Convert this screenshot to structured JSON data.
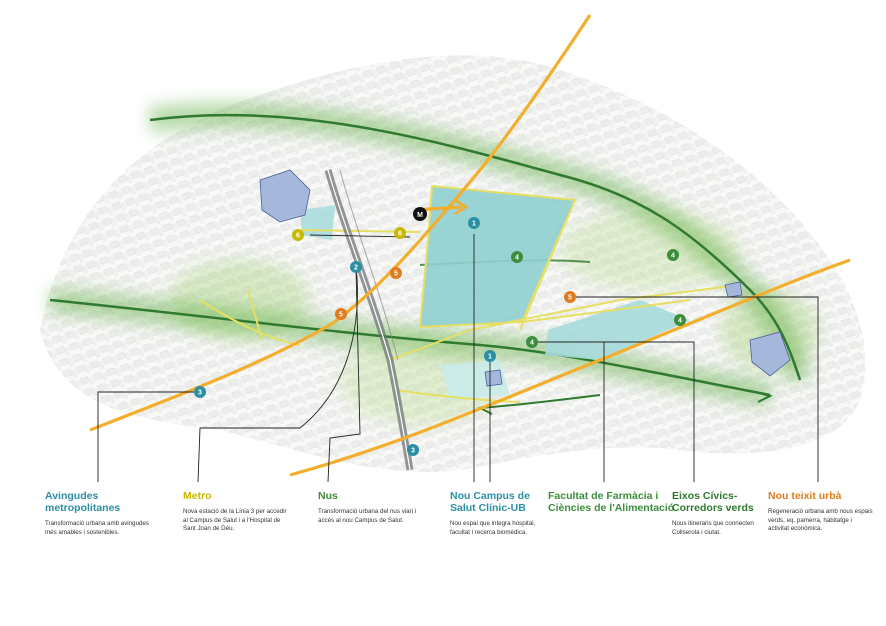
{
  "colors": {
    "avingudes": "#2b8fa3",
    "metro": "#c7b800",
    "nus": "#3c8e3c",
    "campus": "#2b8fa3",
    "facultat": "#3c8e3c",
    "eixos": "#2f7a2f",
    "teixit": "#e07b1f",
    "road_orange": "#f2ae2c",
    "green_band": "#4aa03a",
    "teal_zone": "#8fcfcf",
    "yellow_line": "#e6df63"
  },
  "map": {
    "metro_icon_label": "M",
    "badges": {
      "b1a": "1",
      "b1b": "1",
      "b2": "2",
      "b3a": "3",
      "b3b": "3",
      "b4a": "4",
      "b4b": "4",
      "b4c": "4",
      "b4d": "4",
      "b5a": "5",
      "b5b": "5",
      "b5c": "5",
      "b6a": "6",
      "b6b": "6"
    }
  },
  "legend": [
    {
      "id": "avingudes",
      "title": "Avingudes metropolitanes",
      "desc": "Transformació urbana amb avingudes\nmés amables i sostenibles."
    },
    {
      "id": "metro",
      "title": "Metro",
      "desc": "Nova estació de la Línia 3 per accedir\nal Campus de Salut i a l'Hospital de\nSant Joan de Déu."
    },
    {
      "id": "nus",
      "title": "Nus",
      "desc": "Transformació urbana del nus viari i\naccés al nou Campus de Salut."
    },
    {
      "id": "campus",
      "title": "Nou Campus de\nSalut Clínic-UB",
      "desc": "Nou espai que integra hospital,\nfacultat i recerca biomèdica."
    },
    {
      "id": "facultat",
      "title": "Facultat de Farmàcia i\nCiències de l'Alimentació",
      "desc": ""
    },
    {
      "id": "eixos",
      "title": "Eixos Cívics-\nCorredors verds",
      "desc": "Nous itineraris que connecten\nCollserola i ciutat."
    },
    {
      "id": "teixit",
      "title": "Nou teixit urbà",
      "desc": "Regeneració urbana amb nous espais\nverds, eq. pamerra, habitatge i\nactivitat econòmica."
    }
  ]
}
